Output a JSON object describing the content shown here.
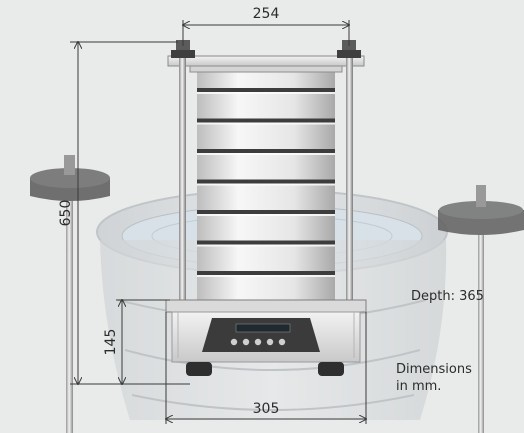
{
  "dimensions": {
    "width_top": "254",
    "height_total": "650",
    "height_base": "145",
    "width_base": "305"
  },
  "notes": {
    "depth": "Depth: 365",
    "units_line1": "Dimensions",
    "units_line2": "in mm."
  },
  "colors": {
    "background": "#e9eaea",
    "dimension_line": "#3a3a3a",
    "frame_light": "#dcdcdc",
    "frame_dark": "#2f2f2f",
    "bowl_tint": "#b9c9d6"
  }
}
